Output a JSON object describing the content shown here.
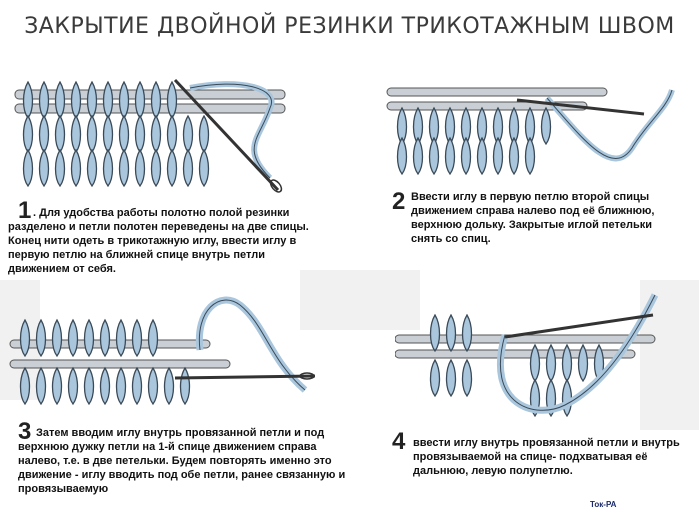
{
  "title": "ЗАКРЫТИЕ ДВОЙНОЙ РЕЗИНКИ ТРИКОТАЖНЫМ ШВОМ",
  "steps": [
    {
      "number": "1",
      "text_line1": ". Для удобства работы полотно полой резинки",
      "text_line2": "разделено и петли полотен переведены на две спицы.",
      "text_line3": "   Конец нити одеть в трикотажную иглу, ввести иглу в",
      "text_line4": "первую петлю на ближней спице внутрь петли",
      "text_line5": "движением от себя."
    },
    {
      "number": "2",
      "text_line1": "Ввести иглу в первую петлю второй спицы",
      "text_line2": "движением справа налево под её ближнюю,",
      "text_line3": "верхнюю дольку. Закрытые иглой петельки",
      "text_line4": "снять со спиц."
    },
    {
      "number": "3",
      "text_line1": "  Затем  вводим иглу внутрь провязанной петли и под",
      "text_line2": "верхнюю дужку петли на 1-й спице движением справа",
      "text_line3": "налево, т.е. в две петельки.  Будем повторять именно это",
      "text_line4": "движение - иглу вводить под обе петли, ранее связанную и",
      "text_line5": "провязываемую"
    },
    {
      "number": "4",
      "text_line1": "ввести иглу внутрь провязанной петли и внутрь",
      "text_line2": "провязываемой на спице-  подхватывая её",
      "text_line3": "дальнюю, левую полупетлю."
    }
  ],
  "credit": "Ток-РА",
  "colors": {
    "yarn": "#a9c6dc",
    "yarn_stroke": "#3a4a58",
    "needle": "#c9cfd4"
  }
}
